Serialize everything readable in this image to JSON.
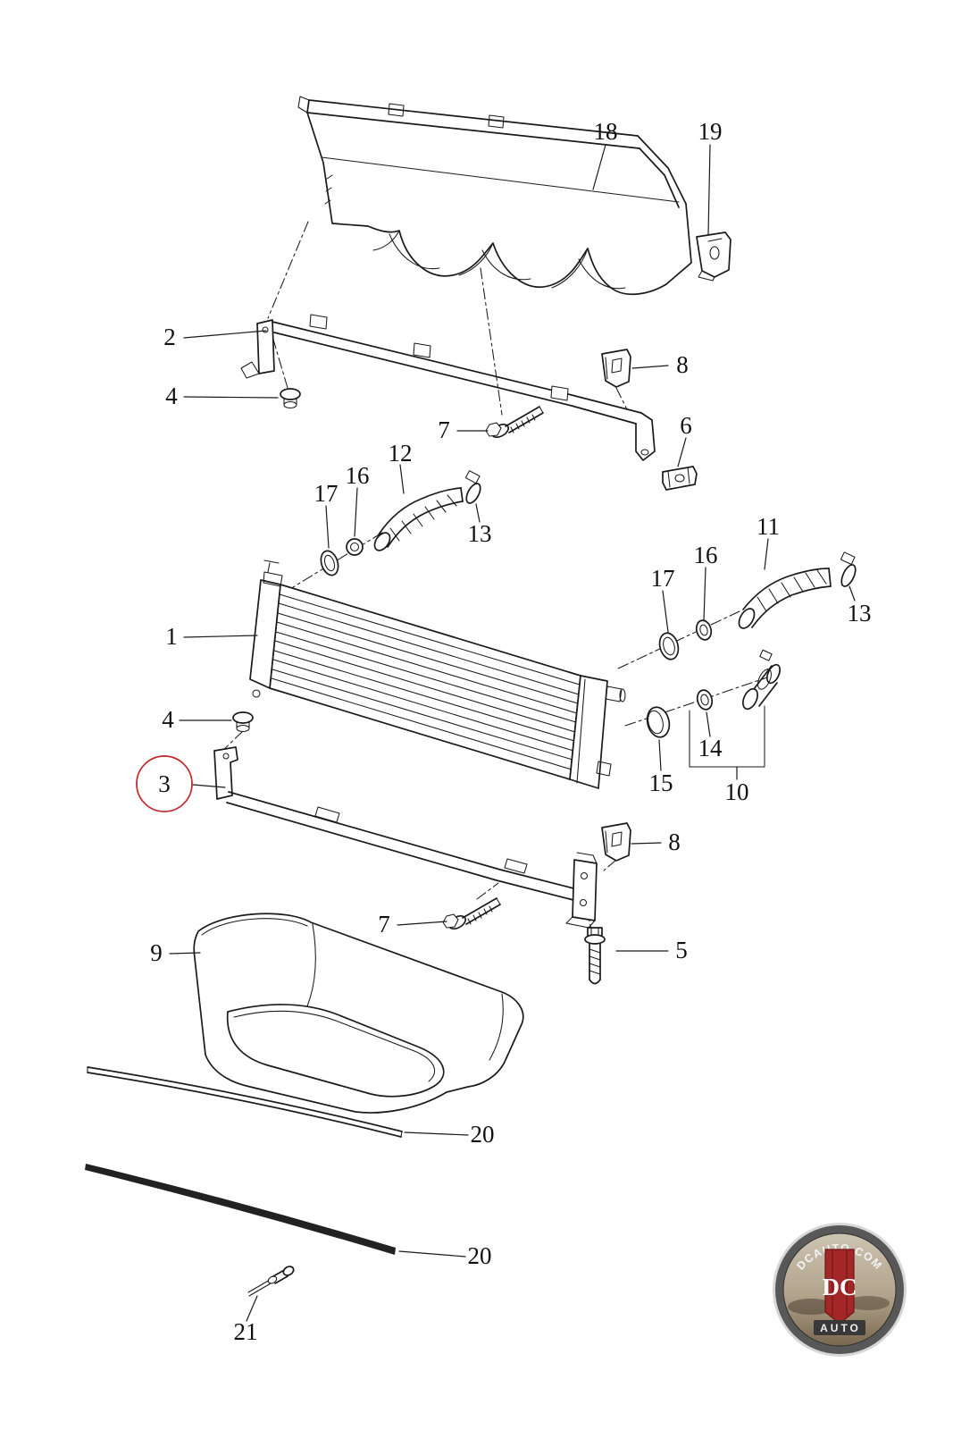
{
  "diagram": {
    "line_color": "#1a1a1a",
    "highlight_color": "#c1272d",
    "callouts": {
      "c18": "18",
      "c19": "19",
      "c2": "2",
      "c4a": "4",
      "c8a": "8",
      "c7a": "7",
      "c6": "6",
      "c12": "12",
      "c13a": "13",
      "c16a": "16",
      "c17a": "17",
      "c1": "1",
      "c11": "11",
      "c13b": "13",
      "c16b": "16",
      "c17b": "17",
      "c14": "14",
      "c15": "15",
      "c10": "10",
      "c4b": "4",
      "c3": "3",
      "c8b": "8",
      "c7b": "7",
      "c5": "5",
      "c9": "9",
      "c20a": "20",
      "c20b": "20",
      "c21": "21"
    }
  },
  "logo": {
    "domain": "DCAUTO.COM",
    "initials": "DC",
    "name": "AUTO",
    "ring_color": "#585858",
    "badge_red": "#a32727",
    "band_color": "#383838"
  }
}
